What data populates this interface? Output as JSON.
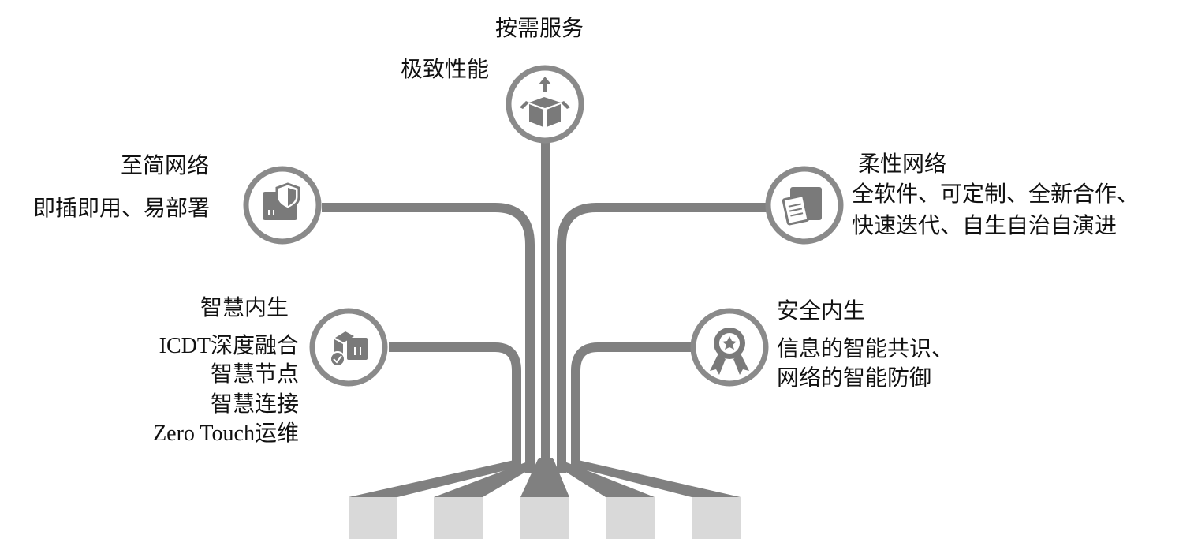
{
  "nodes": {
    "top": {
      "title": "按需服务",
      "subtitle": "极致性能",
      "icon": "open-box-upload-icon"
    },
    "upper_left": {
      "title": "至简网络",
      "lines": [
        "即插即用、易部署"
      ],
      "icon": "box-shield-icon"
    },
    "upper_right": {
      "title": "柔性网络",
      "lines": [
        "全软件、可定制、全新合作、",
        "快速迭代、自生自治自演进"
      ],
      "icon": "box-clipboard-icon"
    },
    "lower_left": {
      "title": "智慧内生",
      "lines": [
        "ICDT深度融合",
        "智慧节点",
        "智慧连接",
        "Zero Touch运维"
      ],
      "icon": "boxes-check-icon"
    },
    "lower_right": {
      "title": "安全内生",
      "lines": [
        "信息的智能共识、",
        "网络的智能防御"
      ],
      "icon": "award-badge-icon"
    }
  },
  "colors": {
    "branch": "#808080",
    "circle_stroke": "#8a8a8a",
    "icon_fill": "#7a7a7a",
    "base_block": "#d9d9d9",
    "text": "#111111"
  }
}
